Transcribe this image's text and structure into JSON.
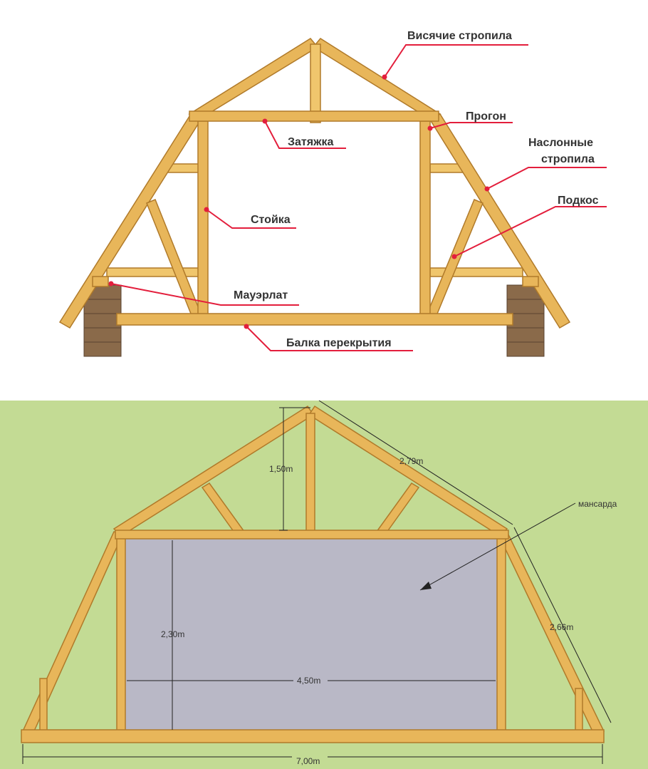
{
  "top_diagram": {
    "labels": {
      "hanging_rafters": "Висячие стропила",
      "purlin": "Прогон",
      "tie": "Затяжка",
      "layered_rafters_line1": "Наслонные",
      "layered_rafters_line2": "стропила",
      "brace": "Подкос",
      "post": "Стойка",
      "mauerlat": "Мауэрлат",
      "floor_beam": "Балка перекрытия"
    }
  },
  "bottom_diagram": {
    "background_color": "#c3db94",
    "attic_color": "#b9b8c6",
    "dimensions": {
      "ridge_height": "1,50m",
      "upper_rafter": "2,79m",
      "lower_rafter": "2,66m",
      "room_height": "2,30m",
      "room_width": "4,50m",
      "total_width": "7,00m"
    },
    "attic_label": "мансарда"
  },
  "colors": {
    "leader": "#e31e3c",
    "wood": "#e8b65a",
    "brick": "#8a6a4a"
  }
}
